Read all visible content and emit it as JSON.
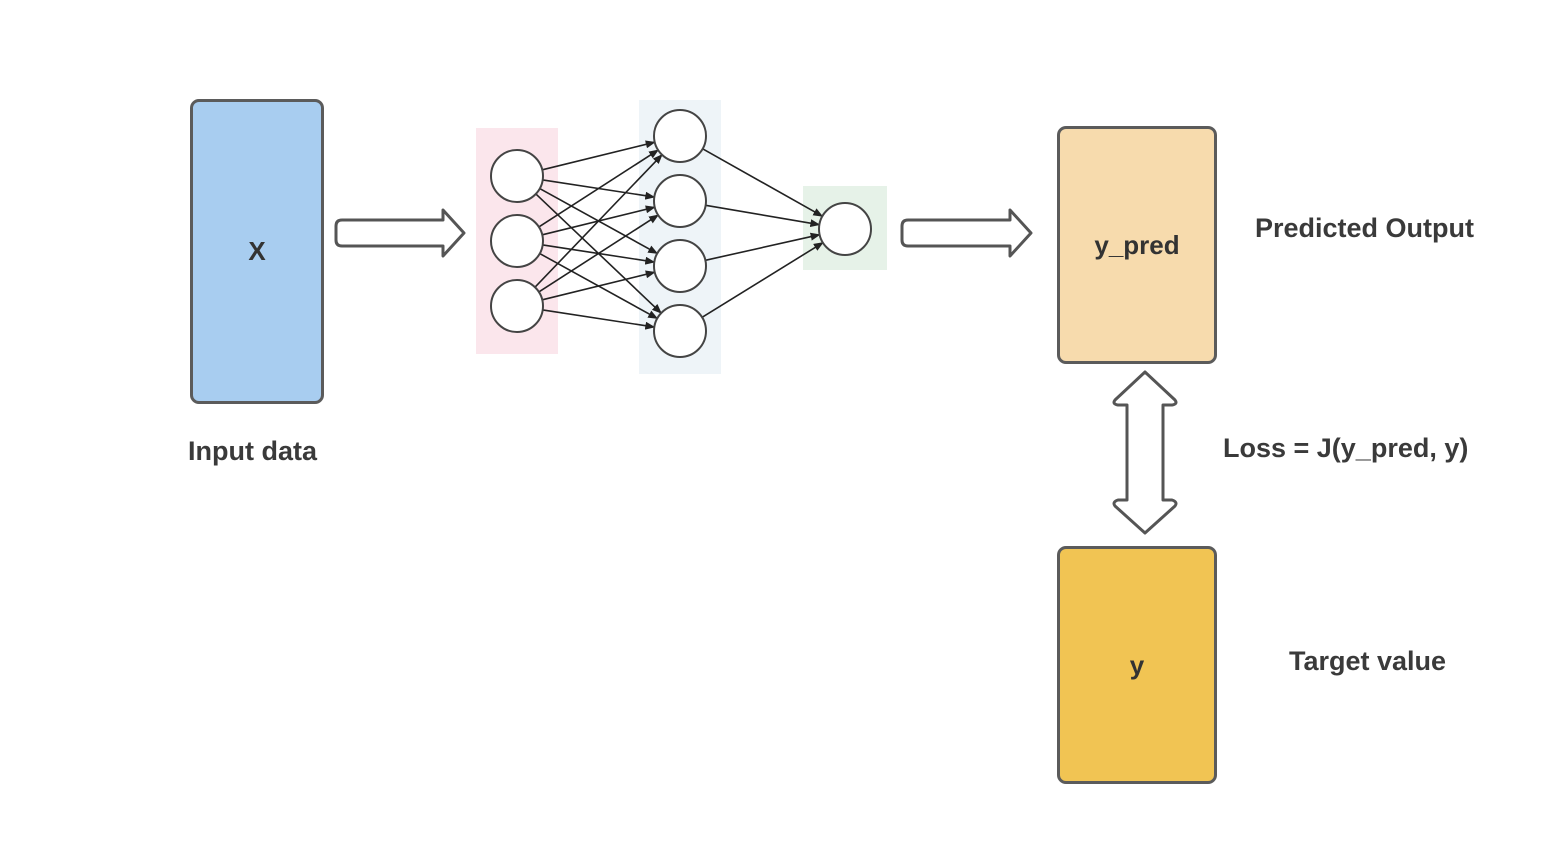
{
  "diagram": {
    "input_box": {
      "label": "X",
      "caption": "Input data",
      "color": "#a8cdf0"
    },
    "network": {
      "layers": [
        {
          "name": "input-layer",
          "nodes": 3,
          "color": "#fbe6ec"
        },
        {
          "name": "hidden-layer",
          "nodes": 4,
          "color": "#eef4f8"
        },
        {
          "name": "output-layer",
          "nodes": 1,
          "color": "#e6f2e8"
        }
      ]
    },
    "prediction_box": {
      "label": "y_pred",
      "caption": "Predicted Output",
      "color": "#f7dbad"
    },
    "loss": {
      "label": "Loss = J(y_pred, y)"
    },
    "target_box": {
      "label": "y",
      "caption": "Target value",
      "color": "#f1c453"
    },
    "stroke_color": "#5b5b5b"
  }
}
